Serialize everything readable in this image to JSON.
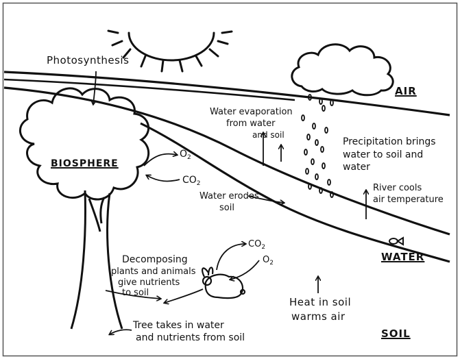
{
  "colors": {
    "ink": "#111111",
    "background": "#ffffff",
    "border": "#555555"
  },
  "labels": {
    "photosynthesis": "Photosynthesis",
    "biosphere": "BIOSPHERE",
    "o2_tree": "O",
    "o2_tree_sub": "2",
    "co2_tree": "CO",
    "co2_tree_sub": "2",
    "air": "AIR",
    "water_region": "WATER",
    "soil_region": "SOIL",
    "evaporation_line1": "Water evaporation",
    "evaporation_line2": "from water",
    "evaporation_line3": "and soil",
    "precip_line1": "Precipitation brings",
    "precip_line2": "water to soil and",
    "precip_line3": "water",
    "river_line1": "River cools",
    "river_line2": "air temperature",
    "erodes_line1": "Water erodes",
    "erodes_line2": "soil",
    "co2_rabbit": "CO",
    "co2_rabbit_sub": "2",
    "o2_rabbit": "O",
    "o2_rabbit_sub": "2",
    "decomp_line1": "Decomposing",
    "decomp_line2": "plants and animals",
    "decomp_line3": "give nutrients",
    "decomp_line4": "to soil",
    "heat_line1": "Heat in soil",
    "heat_line2": "warms air",
    "tree_line1": "Tree takes in water",
    "tree_line2": "and nutrients from soil"
  },
  "icons": [
    "sun-icon",
    "cloud-icon",
    "raindrops",
    "tree-icon",
    "rabbit-icon",
    "fish-icon"
  ]
}
